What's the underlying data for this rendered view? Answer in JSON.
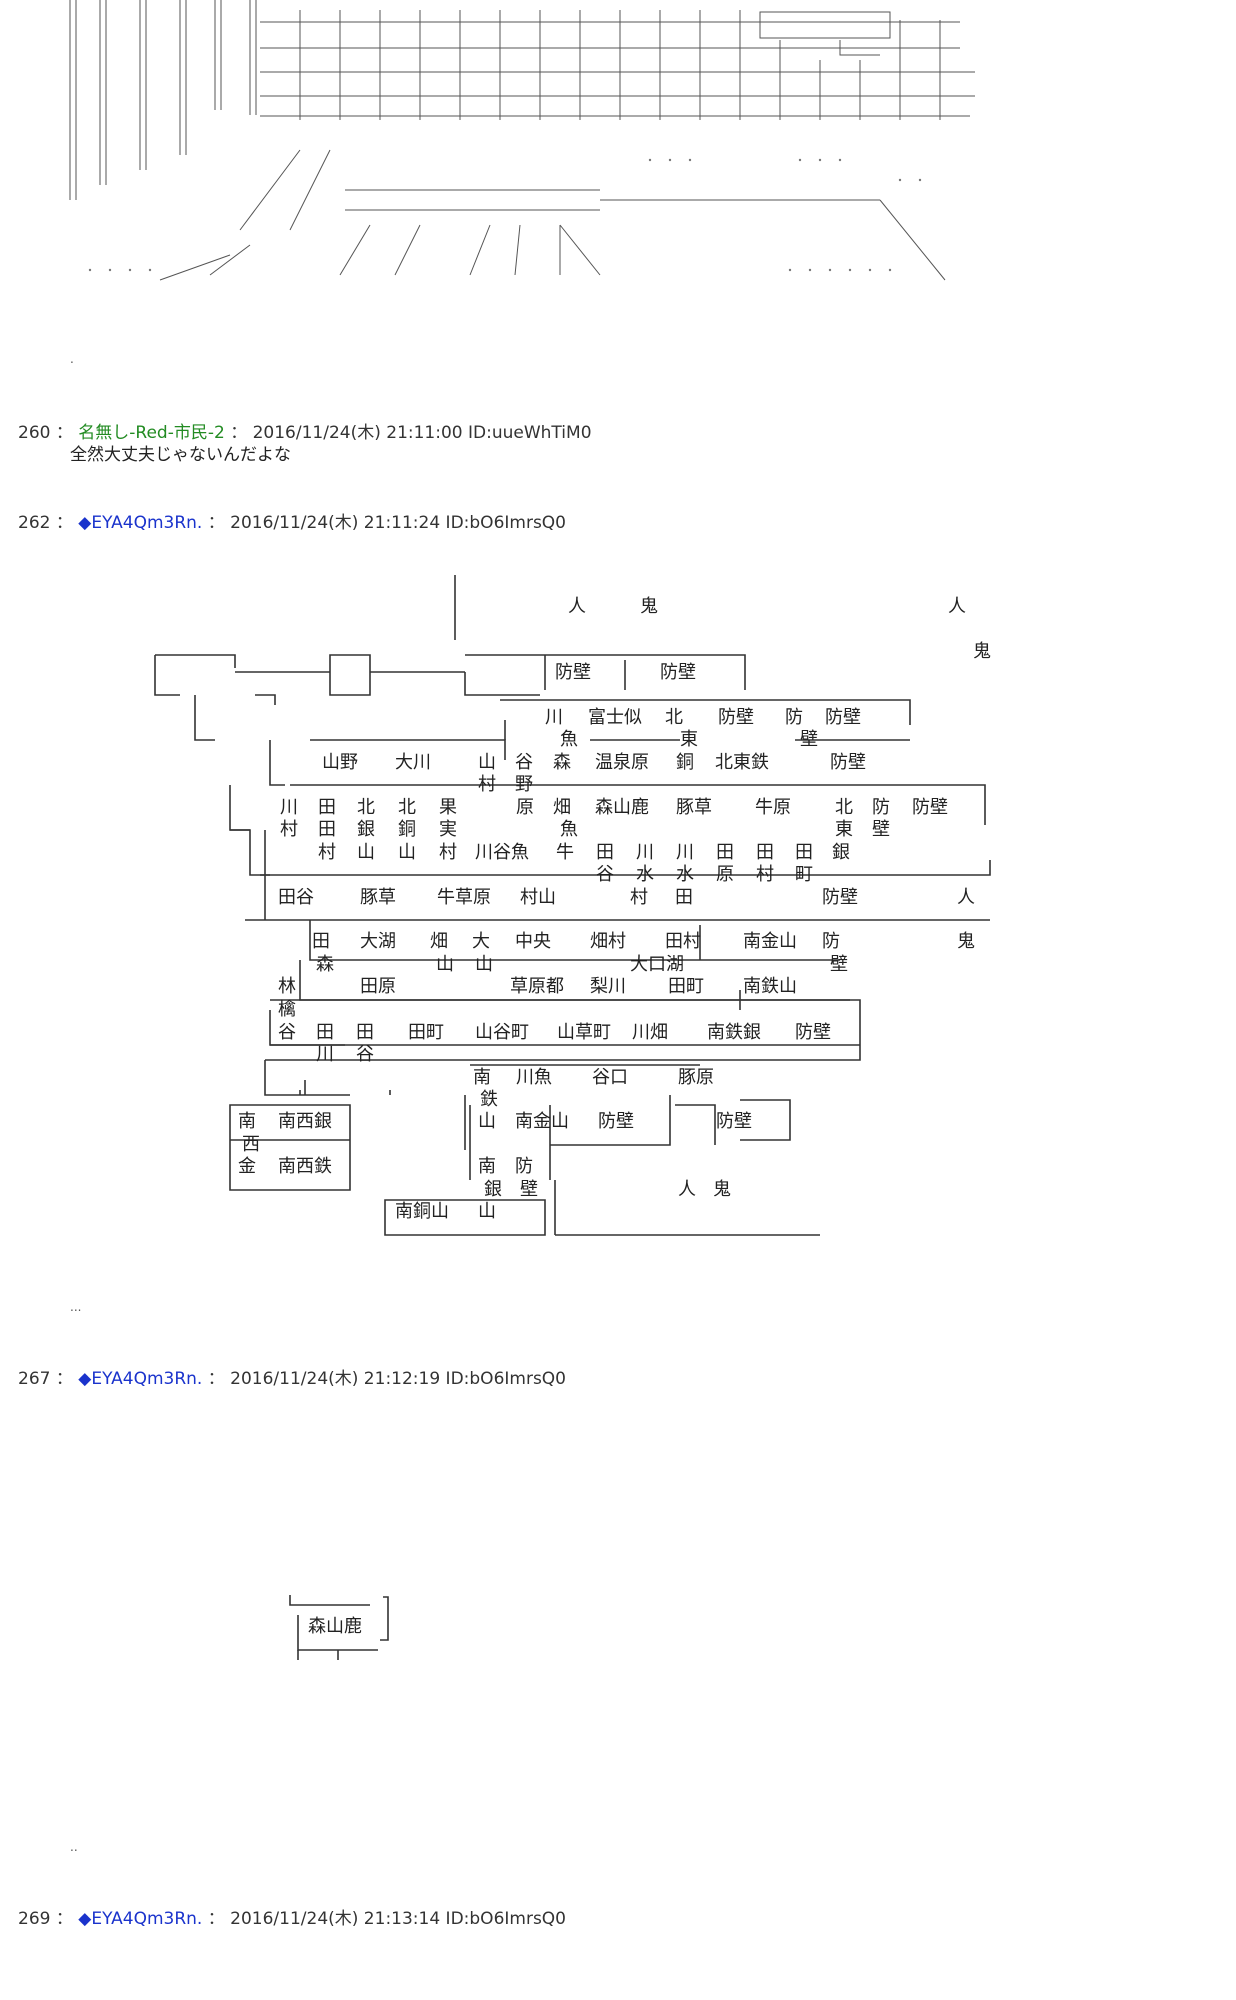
{
  "posts": [
    {
      "num": "260",
      "sep": "：",
      "name": "名無し-Red-市民-2",
      "sep2": "：",
      "meta": "2016/11/24(木) 21:11:00 ID:uueWhTiM0",
      "body": "全然大丈夫じゃないんだよな"
    },
    {
      "num": "262",
      "sep": "：",
      "name": "◆EYA4Qm3Rn.",
      "sep2": "：",
      "meta": "2016/11/24(木) 21:11:24 ID:bO6ImrsQ0"
    },
    {
      "num": "267",
      "sep": "：",
      "name": "◆EYA4Qm3Rn.",
      "sep2": "：",
      "meta": "2016/11/24(木) 21:12:19 ID:bO6ImrsQ0"
    },
    {
      "num": "269",
      "sep": "：",
      "name": "◆EYA4Qm3Rn.",
      "sep2": "：",
      "meta": "2016/11/24(木) 21:13:14 ID:bO6ImrsQ0"
    }
  ],
  "dots": [
    ".",
    "...",
    ".."
  ],
  "map_labels": [
    "人",
    "鬼",
    "人",
    "鬼",
    "防壁",
    "防壁",
    "川",
    "富士似",
    "北",
    "防壁",
    "防",
    "防壁",
    "魚",
    "東",
    "壁",
    "山野",
    "大川",
    "山",
    "谷",
    "森",
    "温泉原",
    "銅",
    "北東鉄",
    "防壁",
    "村",
    "野",
    "川",
    "田",
    "北",
    "北",
    "果",
    "原",
    "畑",
    "森山鹿",
    "豚草",
    "牛原",
    "北",
    "防",
    "防壁",
    "村",
    "田",
    "銀",
    "銅",
    "実",
    "魚",
    "東",
    "壁",
    "村",
    "山",
    "山",
    "村",
    "川谷魚",
    "牛",
    "田",
    "川",
    "川",
    "田",
    "田",
    "田",
    "銀",
    "谷",
    "水",
    "水",
    "原",
    "村",
    "町",
    "田谷",
    "豚草",
    "牛草原",
    "村山",
    "村",
    "田",
    "防壁",
    "人",
    "田",
    "大湖",
    "畑",
    "大",
    "中央",
    "畑村",
    "田村",
    "南金山",
    "防",
    "鬼",
    "森",
    "山",
    "山",
    "大口湖",
    "壁",
    "林",
    "田原",
    "草原都",
    "梨川",
    "田町",
    "南鉄山",
    "檎",
    "谷",
    "田",
    "田",
    "田町",
    "山谷町",
    "山草町",
    "川畑",
    "南鉄銀",
    "防壁",
    "川",
    "谷",
    "南",
    "川魚",
    "谷口",
    "豚原",
    "鉄",
    "南",
    "南西銀",
    "山",
    "南金山",
    "防壁",
    "防壁",
    "西",
    "金",
    "南西鉄",
    "南",
    "防",
    "銀",
    "壁",
    "人",
    "鬼",
    "南銅山",
    "山"
  ],
  "small_map_label": "森山鹿"
}
